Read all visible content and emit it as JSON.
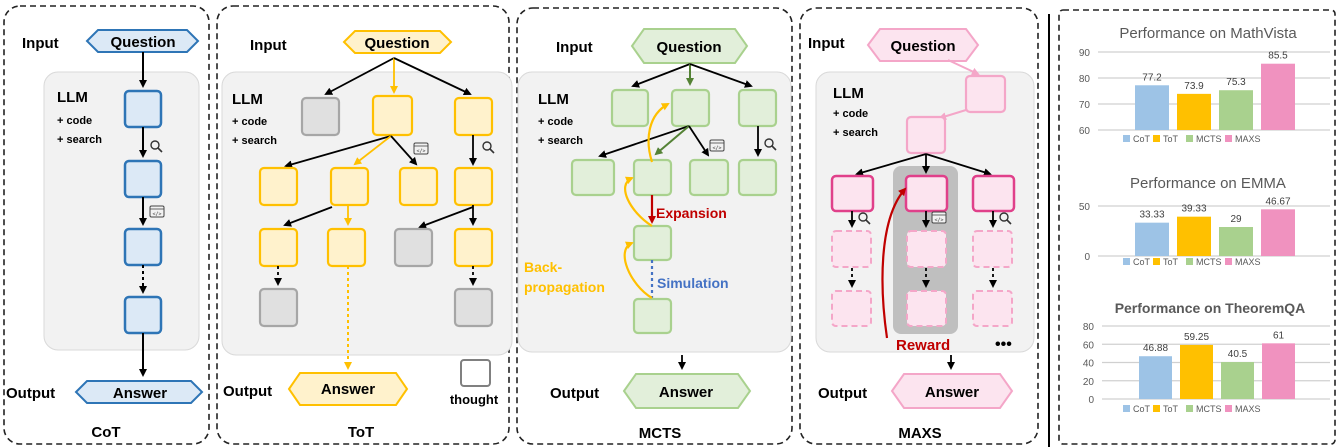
{
  "panels": {
    "cot": {
      "title": "CoT",
      "input_label": "Input",
      "output_label": "Output",
      "question": "Question",
      "answer": "Answer",
      "llm": "LLM",
      "code": "+ code",
      "search": "+ search",
      "colors": {
        "fill": "#dce9f6",
        "stroke": "#2e75b6"
      }
    },
    "tot": {
      "title": "ToT",
      "input_label": "Input",
      "output_label": "Output",
      "question": "Question",
      "answer": "Answer",
      "llm": "LLM",
      "code": "+ code",
      "search": "+ search",
      "legend_thought": "thought",
      "colors": {
        "fill": "#fff2cc",
        "stroke": "#ffc000",
        "pruned_fill": "#e0e0e0",
        "pruned_stroke": "#a6a6a6"
      }
    },
    "mcts": {
      "title": "MCTS",
      "input_label": "Input",
      "output_label": "Output",
      "question": "Question",
      "answer": "Answer",
      "llm": "LLM",
      "code": "+ code",
      "search": "+ search",
      "expansion": "Expansion",
      "simulation": "Simulation",
      "backprop_1": "Back-",
      "backprop_2": "propagation",
      "colors": {
        "fill": "#e2efda",
        "stroke": "#a9d18e",
        "expansion": "#c00000",
        "simulation": "#4472c4",
        "backprop": "#ffc000",
        "path": "#548235"
      }
    },
    "maxs": {
      "title": "MAXS",
      "input_label": "Input",
      "output_label": "Output",
      "question": "Question",
      "answer": "Answer",
      "llm": "LLM",
      "code": "+ code",
      "search": "+ search",
      "reward": "Reward",
      "more": "•••",
      "colors": {
        "fill": "#fce4ef",
        "stroke": "#f4a6c8",
        "strong_stroke": "#e0408a",
        "reward": "#c00000"
      }
    }
  },
  "chart_data": [
    {
      "type": "bar",
      "title": "Performance on MathVista",
      "categories": [
        "CoT",
        "ToT",
        "MCTS",
        "MAXS"
      ],
      "values": [
        77.2,
        73.9,
        75.3,
        85.5
      ],
      "value_labels": [
        "77.2",
        "73.9",
        "75.3",
        "85.5"
      ],
      "ylim": [
        60,
        90
      ],
      "yticks": [
        "60",
        "70",
        "80",
        "90"
      ],
      "ytick_values": [
        60,
        70,
        80,
        90
      ],
      "legend": [
        "CoT",
        "ToT",
        "MCTS",
        "MAXS"
      ],
      "legend_position": "bottom",
      "grid": true,
      "colors": [
        "#9dc3e6",
        "#ffc000",
        "#a9d18e",
        "#f092bf"
      ],
      "xlabel": "",
      "ylabel": ""
    },
    {
      "type": "bar",
      "title": "Performance on EMMA",
      "categories": [
        "CoT",
        "ToT",
        "MCTS",
        "MAXS"
      ],
      "values": [
        33.33,
        39.33,
        29,
        46.67
      ],
      "value_labels": [
        "33.33",
        "39.33",
        "29",
        "46.67"
      ],
      "ylim": [
        0,
        50
      ],
      "yticks": [
        "0",
        "50"
      ],
      "ytick_values": [
        0,
        50
      ],
      "legend": [
        "CoT",
        "ToT",
        "MCTS",
        "MAXS"
      ],
      "legend_position": "bottom",
      "grid": true,
      "colors": [
        "#9dc3e6",
        "#ffc000",
        "#a9d18e",
        "#f092bf"
      ],
      "xlabel": "",
      "ylabel": ""
    },
    {
      "type": "bar",
      "title": "Performance on TheoremQA",
      "categories": [
        "CoT",
        "ToT",
        "MCTS",
        "MAXS"
      ],
      "values": [
        46.88,
        59.25,
        40.5,
        61
      ],
      "value_labels": [
        "46.88",
        "59.25",
        "40.5",
        "61"
      ],
      "ylim": [
        0,
        80
      ],
      "yticks": [
        "0",
        "20",
        "40",
        "60",
        "80"
      ],
      "ytick_values": [
        0,
        20,
        40,
        60,
        80
      ],
      "legend": [
        "CoT",
        "ToT",
        "MCTS",
        "MAXS"
      ],
      "legend_position": "bottom",
      "grid": true,
      "colors": [
        "#9dc3e6",
        "#ffc000",
        "#a9d18e",
        "#f092bf"
      ],
      "xlabel": "",
      "ylabel": ""
    }
  ]
}
